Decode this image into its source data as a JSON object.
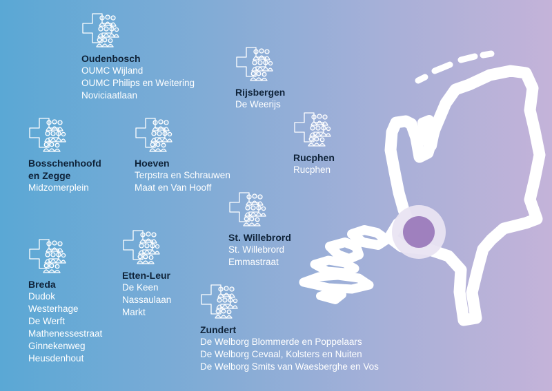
{
  "locations": [
    {
      "title": "Oudenbosch",
      "lines": [
        "OUMC Wijland",
        "OUMC Philips en Weitering",
        "Noviciaatlaan"
      ]
    },
    {
      "title": "Rijsbergen",
      "lines": [
        "De Weerijs"
      ]
    },
    {
      "title": "Bosschenhoofd en Zegge",
      "lines": [
        "Midzomerplein"
      ]
    },
    {
      "title": "Hoeven",
      "lines": [
        "Terpstra en Schrauwen",
        "Maat en Van Hooff"
      ]
    },
    {
      "title": "Rucphen",
      "lines": [
        "Rucphen"
      ]
    },
    {
      "title": "St. Willebrord",
      "lines": [
        "St. Willebrord",
        "Emmastraat"
      ]
    },
    {
      "title": "Breda",
      "lines": [
        "Dudok",
        "Westerhage",
        "De Werft",
        "Mathenessestraat",
        "Ginnekenweg",
        "Heusdenhout"
      ]
    },
    {
      "title": "Etten-Leur",
      "lines": [
        "De Keen",
        "Nassaulaan",
        "Markt"
      ]
    },
    {
      "title": "Zundert",
      "lines": [
        "De Welborg Blommerde en Poppelaars",
        "De Welborg Cevaal, Kolsters en Nuiten",
        "De Welborg Smits van Waesberghe en Vos"
      ]
    }
  ],
  "icon": "medical-cross-people-icon",
  "colors": {
    "gradient_left": "#5aa8d5",
    "gradient_right": "#c4b3d9",
    "title_text": "#0f2339",
    "body_text": "#ffffff",
    "marker_fill": "#9f80be",
    "map_outline": "#ffffff"
  }
}
